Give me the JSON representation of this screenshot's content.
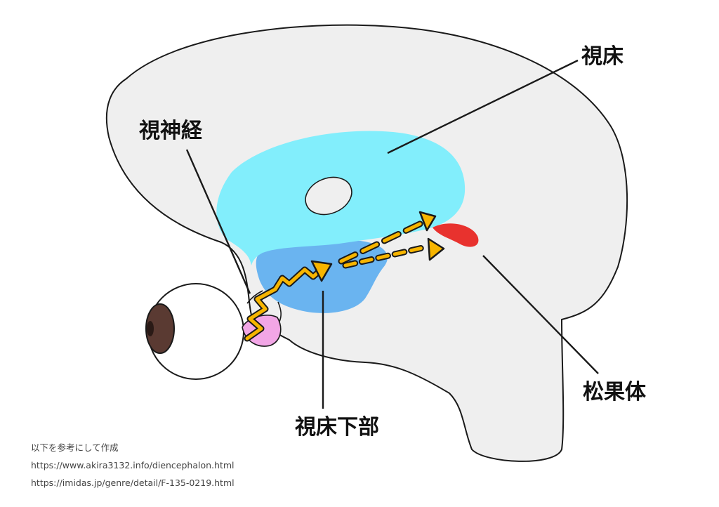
{
  "labels": {
    "thalamus": "視床",
    "optic_nerve": "視神経",
    "hypothalamus": "視床下部",
    "pineal_body": "松果体"
  },
  "sources": {
    "note": "以下を参考にして作成",
    "url_1": "https://www.akira3132.info/diencephalon.html",
    "url_2": "https://imidas.jp/genre/detail/F-135-0219.html"
  },
  "colors": {
    "brain": "#efefef",
    "thalamus": "#82eefc",
    "hypothalamus": "#6ab4f0",
    "pineal": "#e8322e",
    "arrow": "#f7b500",
    "eye_pupil": "#5a3a32",
    "retina": "#f2a6e6",
    "outline": "#1a1a1a"
  }
}
